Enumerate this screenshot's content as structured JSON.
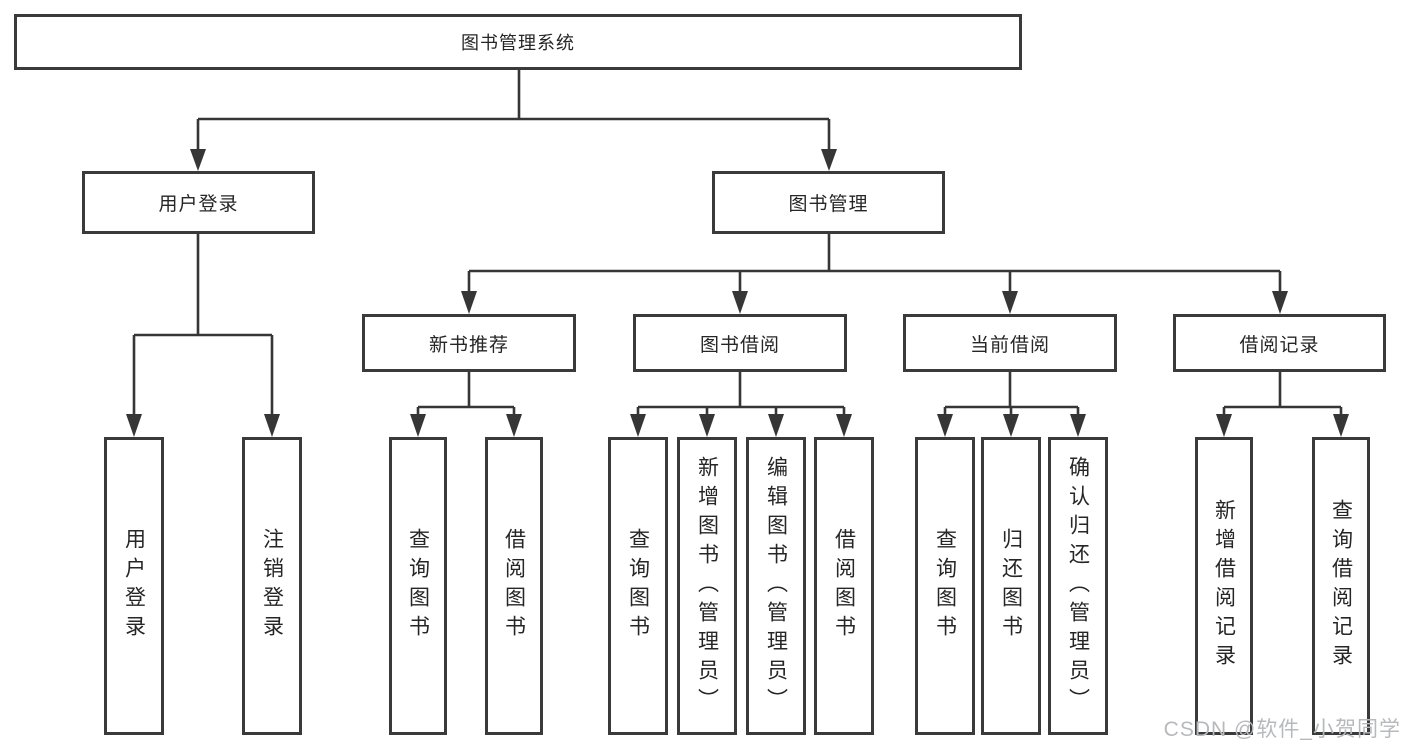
{
  "colors": {
    "line": "#363636",
    "box_border": "#3a3a3a",
    "box_background": "#ffffff",
    "text": "#262626",
    "watermark": "#b7b9bc"
  },
  "nodes": {
    "root": "图书管理系统",
    "level2": [
      {
        "label": "用户登录"
      },
      {
        "label": "图书管理"
      }
    ],
    "level3": [
      {
        "label": "新书推荐"
      },
      {
        "label": "图书借阅"
      },
      {
        "label": "当前借阅"
      },
      {
        "label": "借阅记录"
      }
    ],
    "leaves": {
      "user_login": [
        "用户登录",
        "注销登录"
      ],
      "new_book": [
        "查询图书",
        "借阅图书"
      ],
      "book_borrow": [
        "查询图书",
        "新增图书（管理员）",
        "编辑图书（管理员）",
        "借阅图书"
      ],
      "current_borrow": [
        "查询图书",
        "归还图书",
        "确认归还（管理员）"
      ],
      "borrow_records": [
        "新增借阅记录",
        "查询借阅记录"
      ]
    }
  },
  "watermark": "CSDN @软件_小贺同学"
}
